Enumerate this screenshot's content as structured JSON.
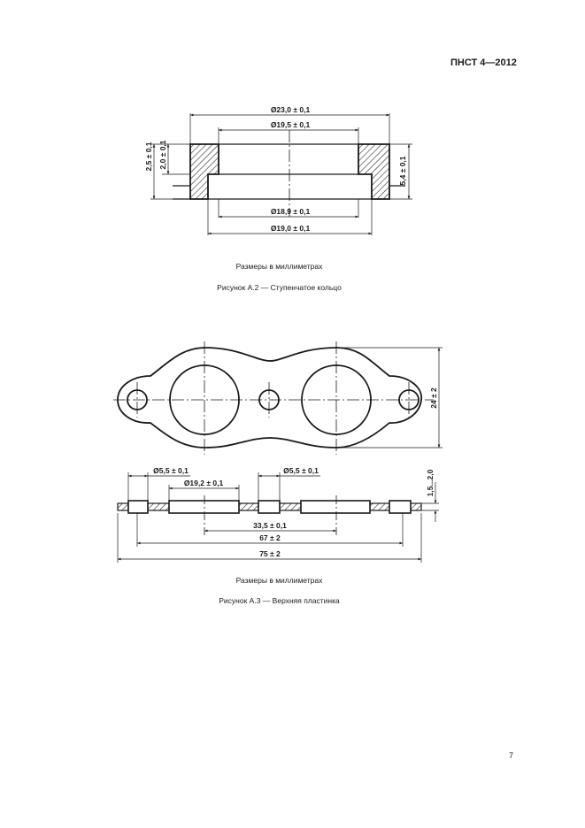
{
  "header": {
    "doc_code": "ПНСТ 4—2012"
  },
  "figure_a2": {
    "dims": {
      "d_outer_top": "Ø23,0 ± 0,1",
      "d_inner_top": "Ø19,5 ± 0,1",
      "d_inner_bottom": "Ø18,9 ± 0,1",
      "d_outer_bottom": "Ø19,0 ± 0,1",
      "h_total": "2,5 ± 0,1",
      "h_flange": "2,0 ± 0,1",
      "h_right": "5,4 ± 0,1"
    },
    "units_note": "Размеры в миллиметрах",
    "caption": "Рисунок А.2 — Ступенчатое кольцо"
  },
  "figure_a3": {
    "dims": {
      "height": "24 ± 2",
      "d_small_left": "Ø5,5 ± 0,1",
      "d_large": "Ø19,2 ± 0,1",
      "d_small_mid": "Ø5,5 ± 0,1",
      "thickness": "1,5...2,0",
      "center_dist": "33,5 ± 0,1",
      "hole_dist": "67 ± 2",
      "length": "75 ± 2"
    },
    "units_note": "Размеры в миллиметрах",
    "caption": "Рисунок А.3 — Верхняя пластинка"
  },
  "page": {
    "number": "7"
  }
}
